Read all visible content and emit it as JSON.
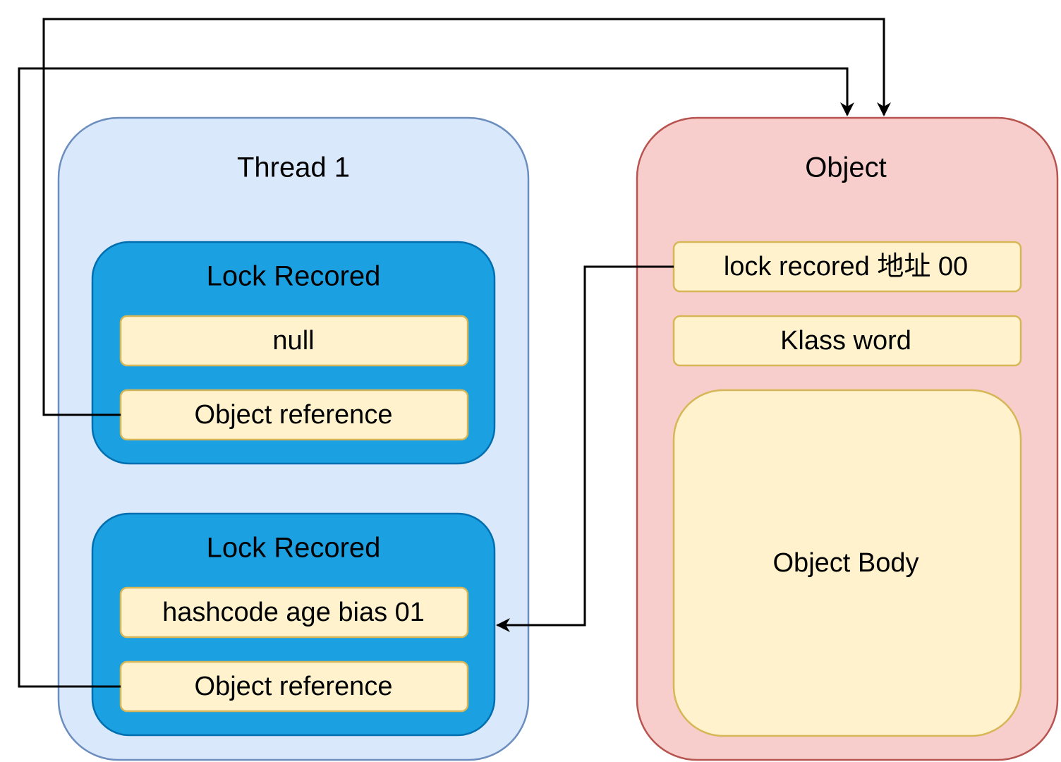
{
  "thread": {
    "title": "Thread 1",
    "colors": {
      "fill": "#dae8fc",
      "stroke": "#6c8ebf"
    },
    "records": [
      {
        "title": "Lock Recored",
        "field1": "null",
        "field2": "Object reference"
      },
      {
        "title": "Lock Recored",
        "field1": "hashcode age bias 01",
        "field2": "Object reference"
      }
    ],
    "record_colors": {
      "fill": "#1ba1e2",
      "stroke": "#006eaf"
    }
  },
  "object": {
    "title": "Object",
    "colors": {
      "fill": "#f8cecc",
      "stroke": "#b85450"
    },
    "mark_word": "lock recored 地址 00",
    "klass_word": "Klass word",
    "body": "Object Body"
  },
  "field_colors": {
    "fill": "#fff2cc",
    "stroke": "#d6b656"
  }
}
